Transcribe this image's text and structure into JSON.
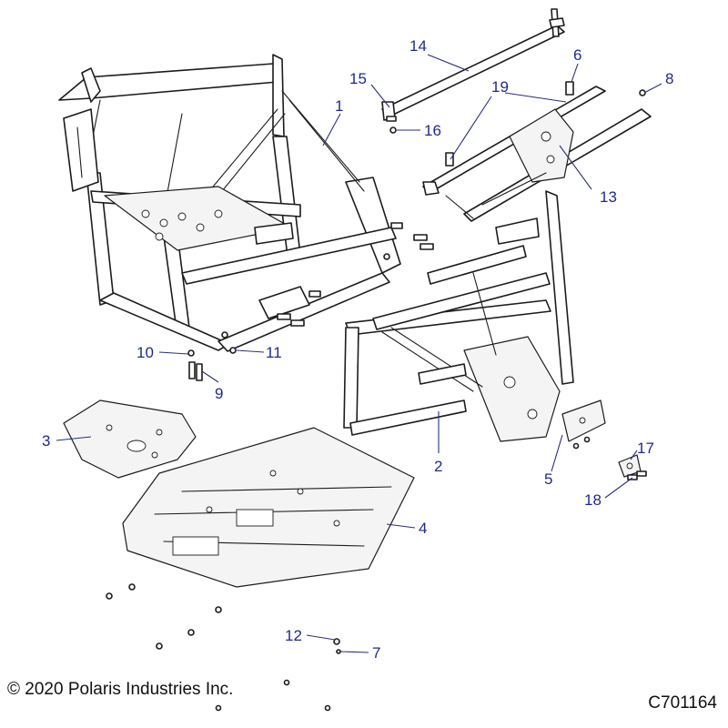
{
  "diagram": {
    "callouts": [
      {
        "label": "1",
        "part": "rear-main-frame"
      },
      {
        "label": "2",
        "part": "front-frame"
      },
      {
        "label": "3",
        "part": "rear-skid-plate"
      },
      {
        "label": "4",
        "part": "main-skid-plate"
      },
      {
        "label": "5",
        "part": "front-bracket"
      },
      {
        "label": "6",
        "part": "bolt"
      },
      {
        "label": "7",
        "part": "screw"
      },
      {
        "label": "8",
        "part": "nut"
      },
      {
        "label": "9",
        "part": "bolt"
      },
      {
        "label": "10",
        "part": "washer"
      },
      {
        "label": "11",
        "part": "nut"
      },
      {
        "label": "12",
        "part": "washer"
      },
      {
        "label": "13",
        "part": "cargo-support-frame"
      },
      {
        "label": "14",
        "part": "cross-tube"
      },
      {
        "label": "15",
        "part": "bolt"
      },
      {
        "label": "16",
        "part": "nut"
      },
      {
        "label": "17",
        "part": "bracket"
      },
      {
        "label": "18",
        "part": "bolt"
      },
      {
        "label": "19",
        "part": "bolt"
      }
    ],
    "line_color": "#1c1c1c",
    "callout_color": "#1f2a8a"
  },
  "footer": {
    "copyright": "© 2020 Polaris Industries Inc.",
    "drawing_number": "C701164"
  }
}
